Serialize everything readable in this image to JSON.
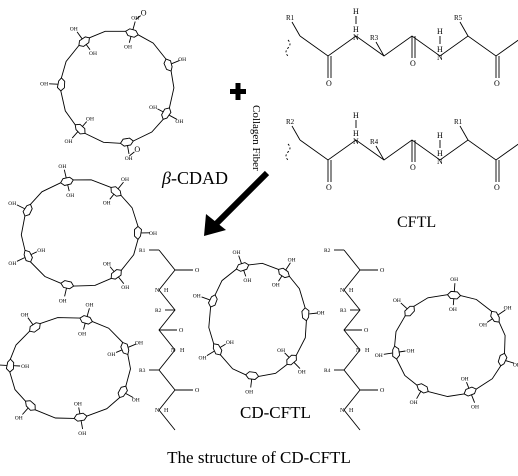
{
  "labels": {
    "cdad_prefix": "β",
    "cdad_suffix": "-CDAD",
    "cftl": "CFTL",
    "cd_cftl": "CD-CFTL",
    "caption": "The structure of CD-CFTL",
    "collagen_fiber": "Collagen Fiber"
  },
  "atoms": {
    "r1": "R1",
    "r2": "R2",
    "r3": "R3",
    "r4": "R4",
    "r5": "R5",
    "hydroxyl": "OH",
    "aldehyde_o": "O"
  },
  "colors": {
    "ink": "#000000",
    "background": "#ffffff"
  },
  "icons": {
    "plus": "plus-icon",
    "arrow": "reaction-arrow-icon"
  }
}
